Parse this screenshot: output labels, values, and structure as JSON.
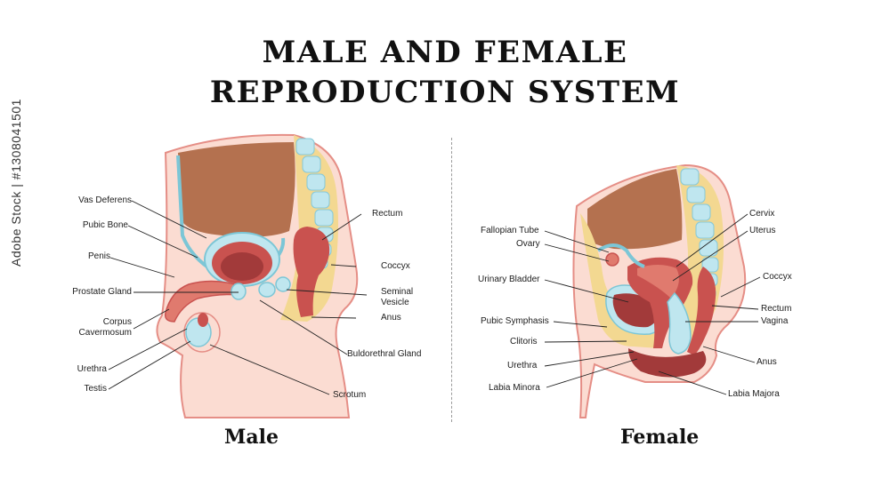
{
  "title": {
    "line1": "MALE AND FEMALE",
    "line2": "REPRODUCTION SYSTEM"
  },
  "male": {
    "caption": "Male",
    "labels": {
      "vas_deferens": "Vas Deferens",
      "pubic_bone": "Pubic Bone",
      "penis": "Penis",
      "prostate_gland": "Prostate Gland",
      "corpus_1": "Corpus",
      "corpus_2": "Cavermosum",
      "urethra": "Urethra",
      "testis": "Testis",
      "rectum": "Rectum",
      "coccyx": "Coccyx",
      "seminal_1": "Seminal",
      "seminal_2": "Vesicle",
      "anus": "Anus",
      "bulbourethral": "Buldorethral Gland",
      "scrotum": "Scrotum"
    }
  },
  "female": {
    "caption": "Female",
    "labels": {
      "fallopian_tube": "Fallopian Tube",
      "ovary": "Ovary",
      "urinary_bladder": "Urinary Bladder",
      "pubic_symphasis": "Pubic Symphasis",
      "clitoris": "Clitoris",
      "urethra": "Urethra",
      "labia_minora": "Labia Minora",
      "cervix": "Cervix",
      "uterus": "Uterus",
      "coccyx": "Coccyx",
      "rectum": "Rectum",
      "vagina": "Vagina",
      "anus": "Anus",
      "labia_majora": "Labia Majora"
    }
  },
  "watermark": "Adobe Stock | #1308041501",
  "colors": {
    "skin": "#fbdcd2",
    "outline": "#e58e86",
    "organ_dark": "#a23a3a",
    "organ_mid": "#c9524f",
    "brown": "#b4714f",
    "bone": "#f3d891",
    "blue": "#bfe6ef"
  }
}
